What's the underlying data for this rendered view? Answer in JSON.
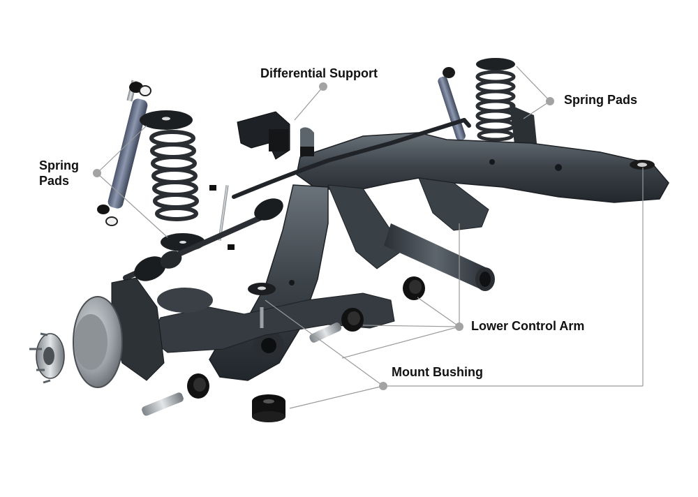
{
  "labels": {
    "differential_support": "Differential Support",
    "spring_pads_right": "Spring Pads",
    "spring_pads_left_line1": "Spring",
    "spring_pads_left_line2": "Pads",
    "lower_control_arm": "Lower Control Arm",
    "mount_bushing": "Mount Bushing"
  },
  "colors": {
    "background": "#ffffff",
    "leader_line": "#9a9a9a",
    "leader_dot": "#a3a3a3",
    "steel_dark": "#2f3439",
    "steel_mid": "#4b5259",
    "steel_light": "#7a838b",
    "bushing_black": "#141414",
    "rotor_silver": "#9ea3a8",
    "shock_blue": "#6f7b94"
  },
  "icons": {
    "callout_dot": "leader-dot-icon"
  }
}
